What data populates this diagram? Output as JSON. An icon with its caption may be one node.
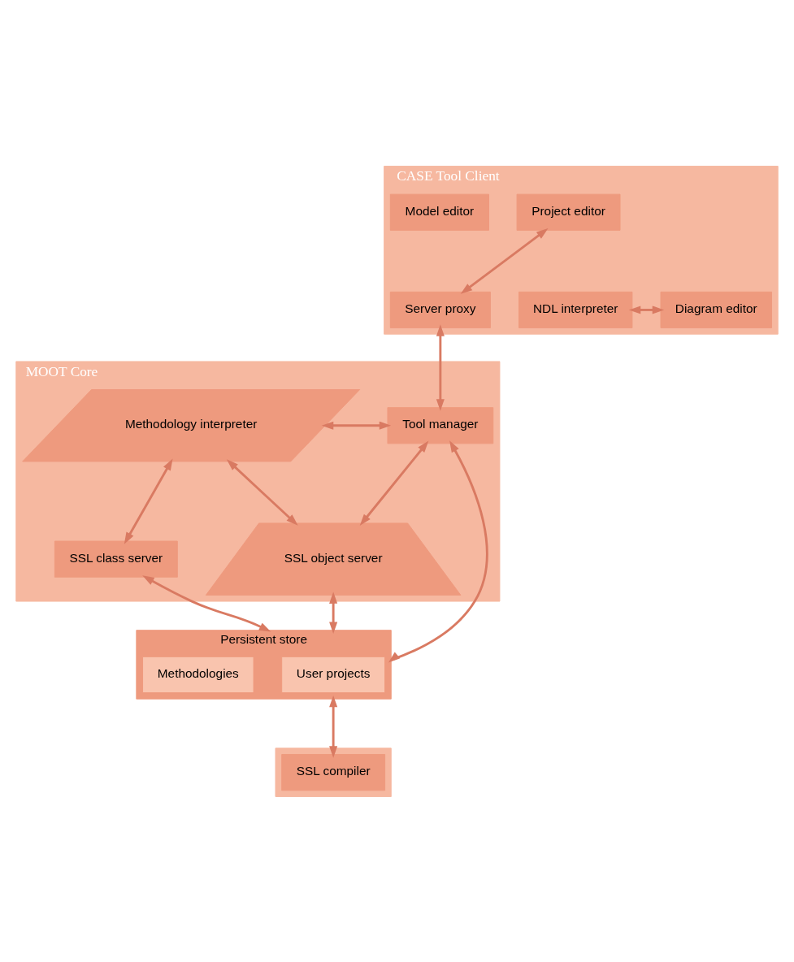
{
  "diagram": {
    "nodes": [
      {
        "text": [
          "CASE Tool Client"
        ]
      },
      {
        "text": [
          "NDL interpreter"
        ],
        "in": 0
      },
      {
        "text": [
          "Project editor"
        ],
        "in": 0
      },
      {
        "text": [
          "Model editor"
        ],
        "in": 0
      },
      {
        "text": [
          "Diagram editor"
        ],
        "in": 0
      },
      {
        "text": [
          "Server proxy"
        ],
        "in": 0
      },
      {
        "text": [
          "MOOT Core"
        ]
      },
      {
        "text": [
          "Methodology interpreter"
        ],
        "in": 6
      },
      {
        "text": [
          "SSL object server"
        ],
        "in": 6
      },
      {
        "text": [
          "Tool manager"
        ],
        "in": 6
      },
      {
        "text": [
          "SSL class server"
        ],
        "in": 6
      },
      {
        "text": [
          "Persistent store"
        ]
      },
      {
        "text": [
          "User projects"
        ],
        "in": 11
      },
      {
        "text": [
          "Methodologies"
        ],
        "in": 11
      },
      {
        "text": [],
        "shape": "box"
      },
      {
        "text": [
          "SSL compiler"
        ],
        "in": 14
      }
    ],
    "edges": [
      {
        "from": 2,
        "to": 5,
        "arrow": "both"
      },
      {
        "from": 1,
        "to": 4,
        "arrow": "both"
      },
      {
        "from": 5,
        "to": 9,
        "arrow": "both"
      },
      {
        "from": 7,
        "to": 9,
        "arrow": "both"
      },
      {
        "from": 7,
        "to": 8,
        "arrow": "both"
      },
      {
        "from": 8,
        "to": 9,
        "arrow": "both"
      },
      {
        "from": 7,
        "to": 10,
        "arrow": "both"
      },
      {
        "from": 8,
        "to": 11,
        "arrow": "both"
      },
      {
        "from": 9,
        "to": 11,
        "arrow": "both"
      },
      {
        "from": 10,
        "to": 11,
        "arrow": "both"
      },
      {
        "from": 11,
        "to": 15,
        "arrow": "both"
      }
    ]
  }
}
